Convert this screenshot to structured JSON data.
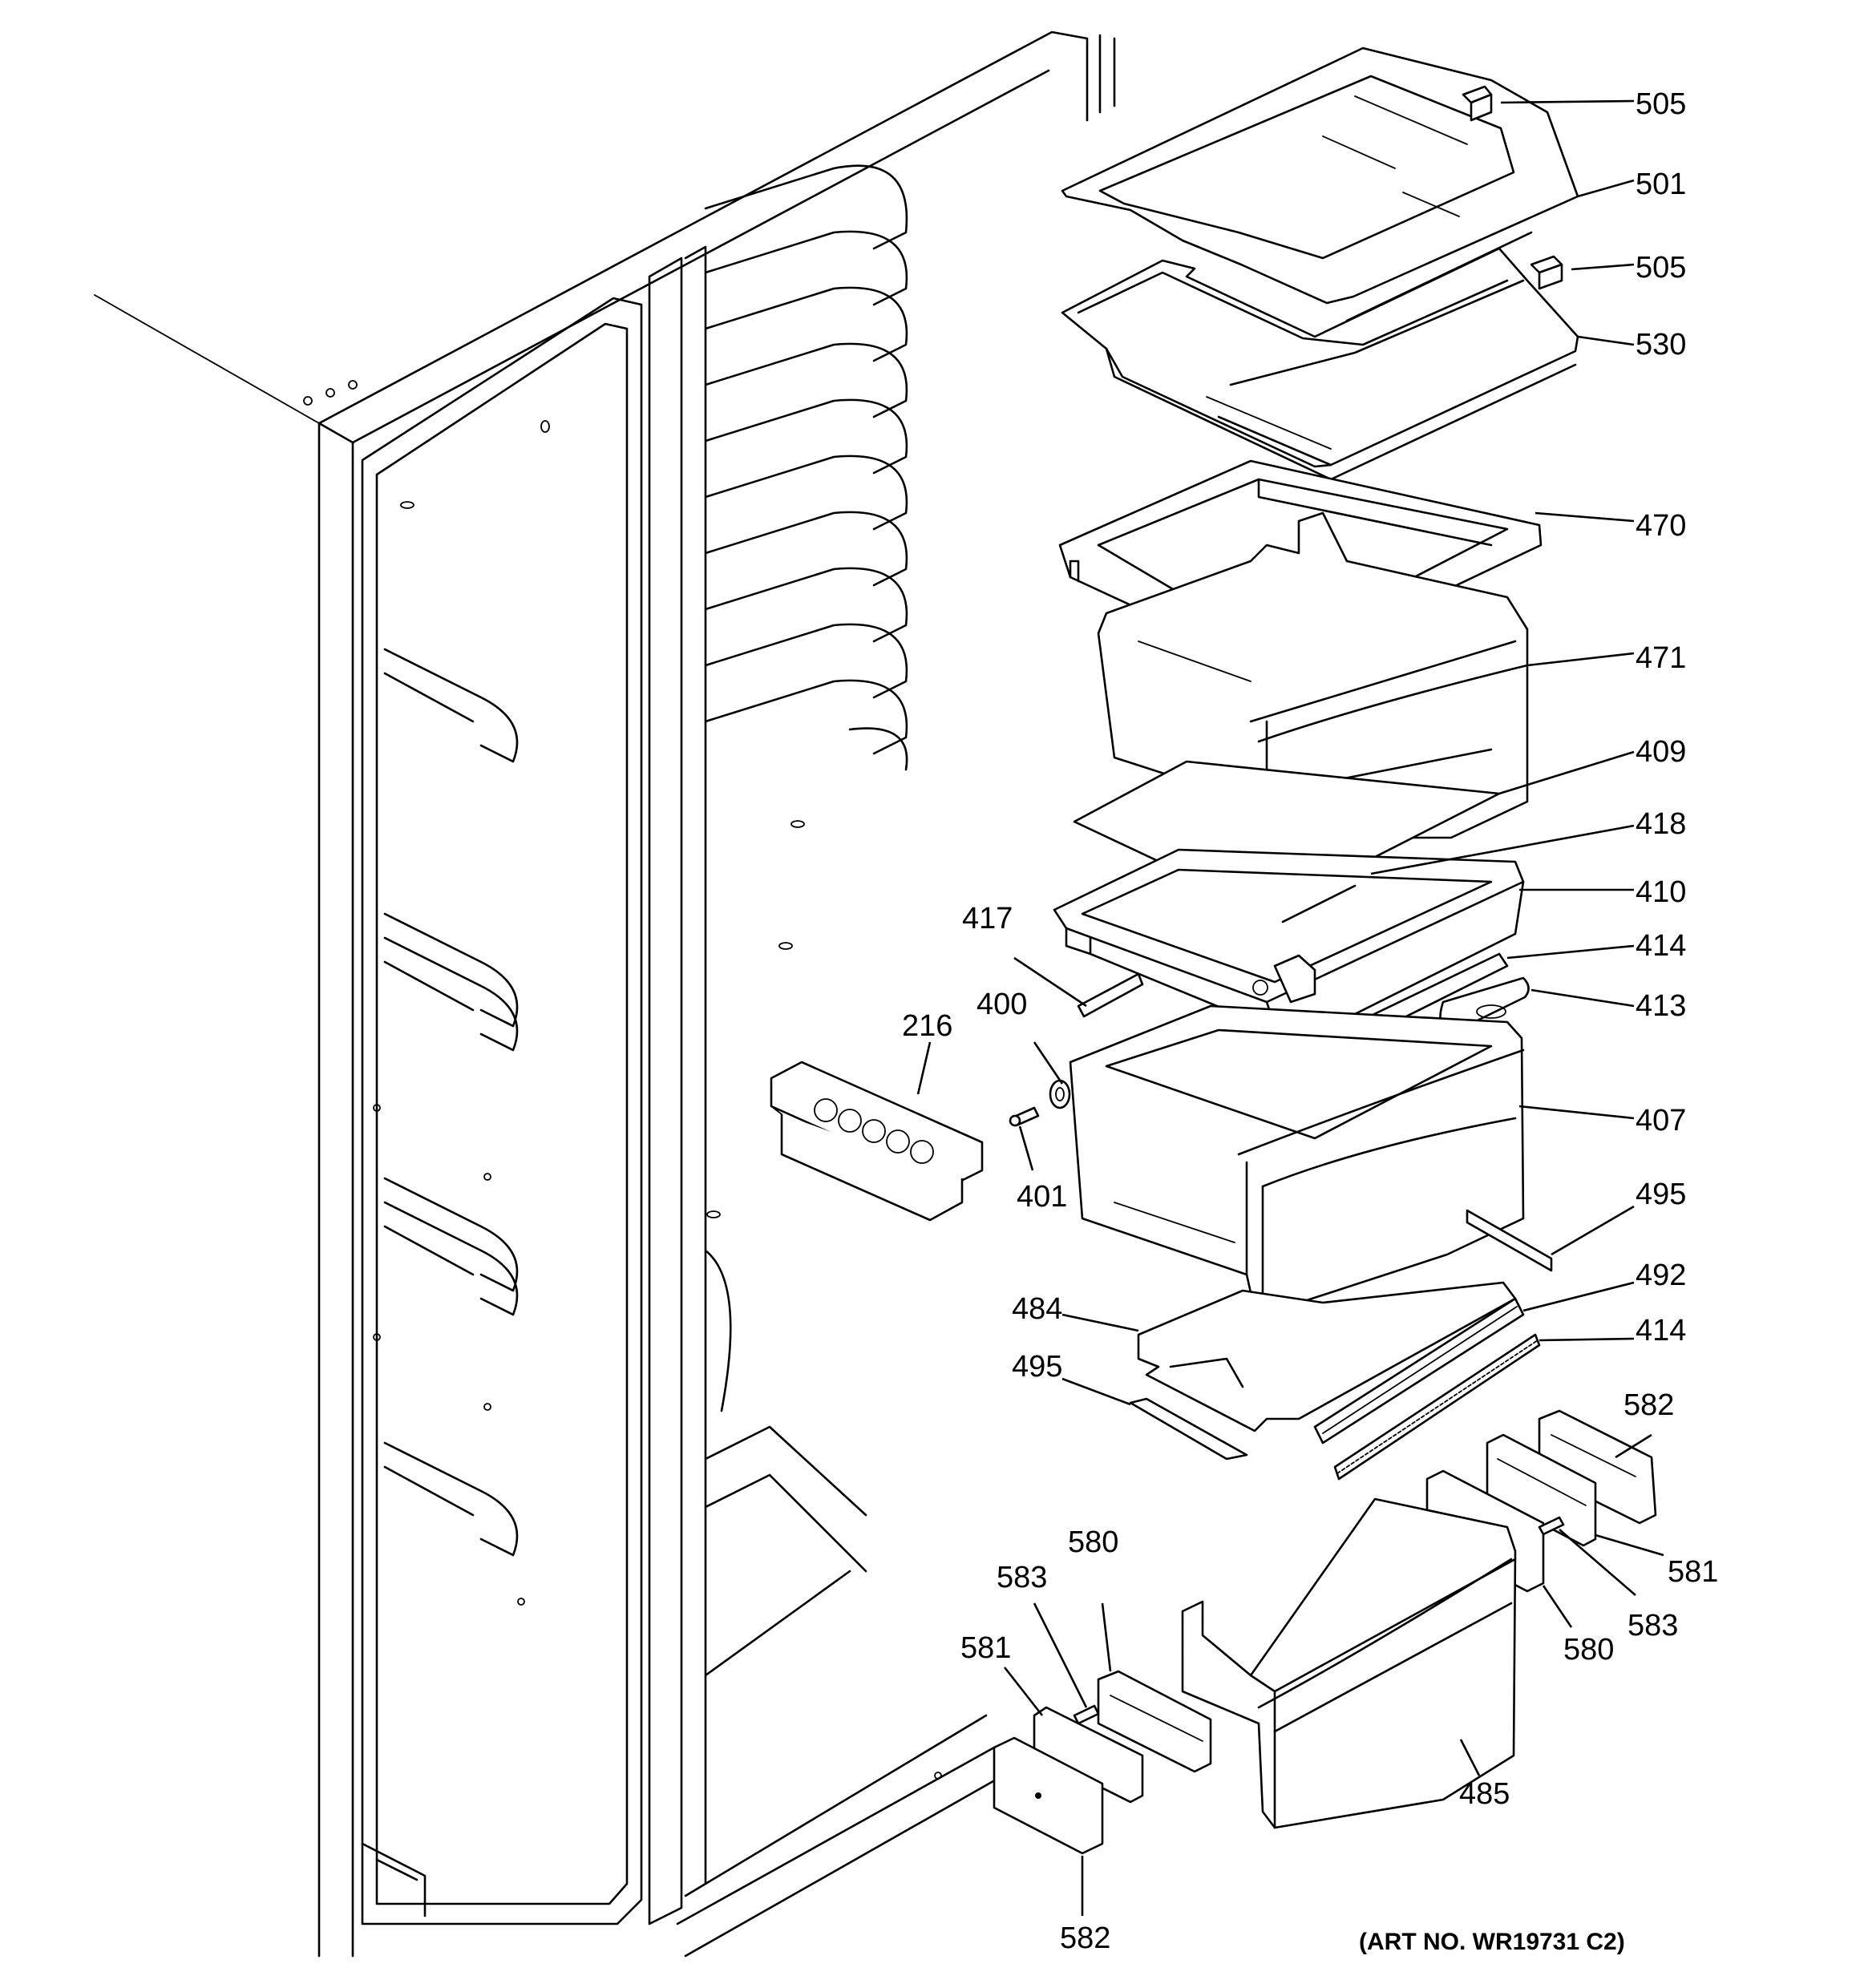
{
  "art_number": "(ART NO. WR19731 C2)",
  "callouts": [
    {
      "id": "505a",
      "text": "505"
    },
    {
      "id": "501",
      "text": "501"
    },
    {
      "id": "505b",
      "text": "505"
    },
    {
      "id": "530",
      "text": "530"
    },
    {
      "id": "470",
      "text": "470"
    },
    {
      "id": "471",
      "text": "471"
    },
    {
      "id": "409",
      "text": "409"
    },
    {
      "id": "418",
      "text": "418"
    },
    {
      "id": "410",
      "text": "410"
    },
    {
      "id": "417",
      "text": "417"
    },
    {
      "id": "414a",
      "text": "414"
    },
    {
      "id": "413",
      "text": "413"
    },
    {
      "id": "400",
      "text": "400"
    },
    {
      "id": "216",
      "text": "216"
    },
    {
      "id": "407",
      "text": "407"
    },
    {
      "id": "401",
      "text": "401"
    },
    {
      "id": "495a",
      "text": "495"
    },
    {
      "id": "492",
      "text": "492"
    },
    {
      "id": "484",
      "text": "484"
    },
    {
      "id": "414b",
      "text": "414"
    },
    {
      "id": "495b",
      "text": "495"
    },
    {
      "id": "582a",
      "text": "582"
    },
    {
      "id": "581a",
      "text": "581"
    },
    {
      "id": "580a",
      "text": "580"
    },
    {
      "id": "583a",
      "text": "583"
    },
    {
      "id": "583b",
      "text": "583"
    },
    {
      "id": "581b",
      "text": "581"
    },
    {
      "id": "580b",
      "text": "580"
    },
    {
      "id": "485",
      "text": "485"
    },
    {
      "id": "582b",
      "text": "582"
    }
  ]
}
